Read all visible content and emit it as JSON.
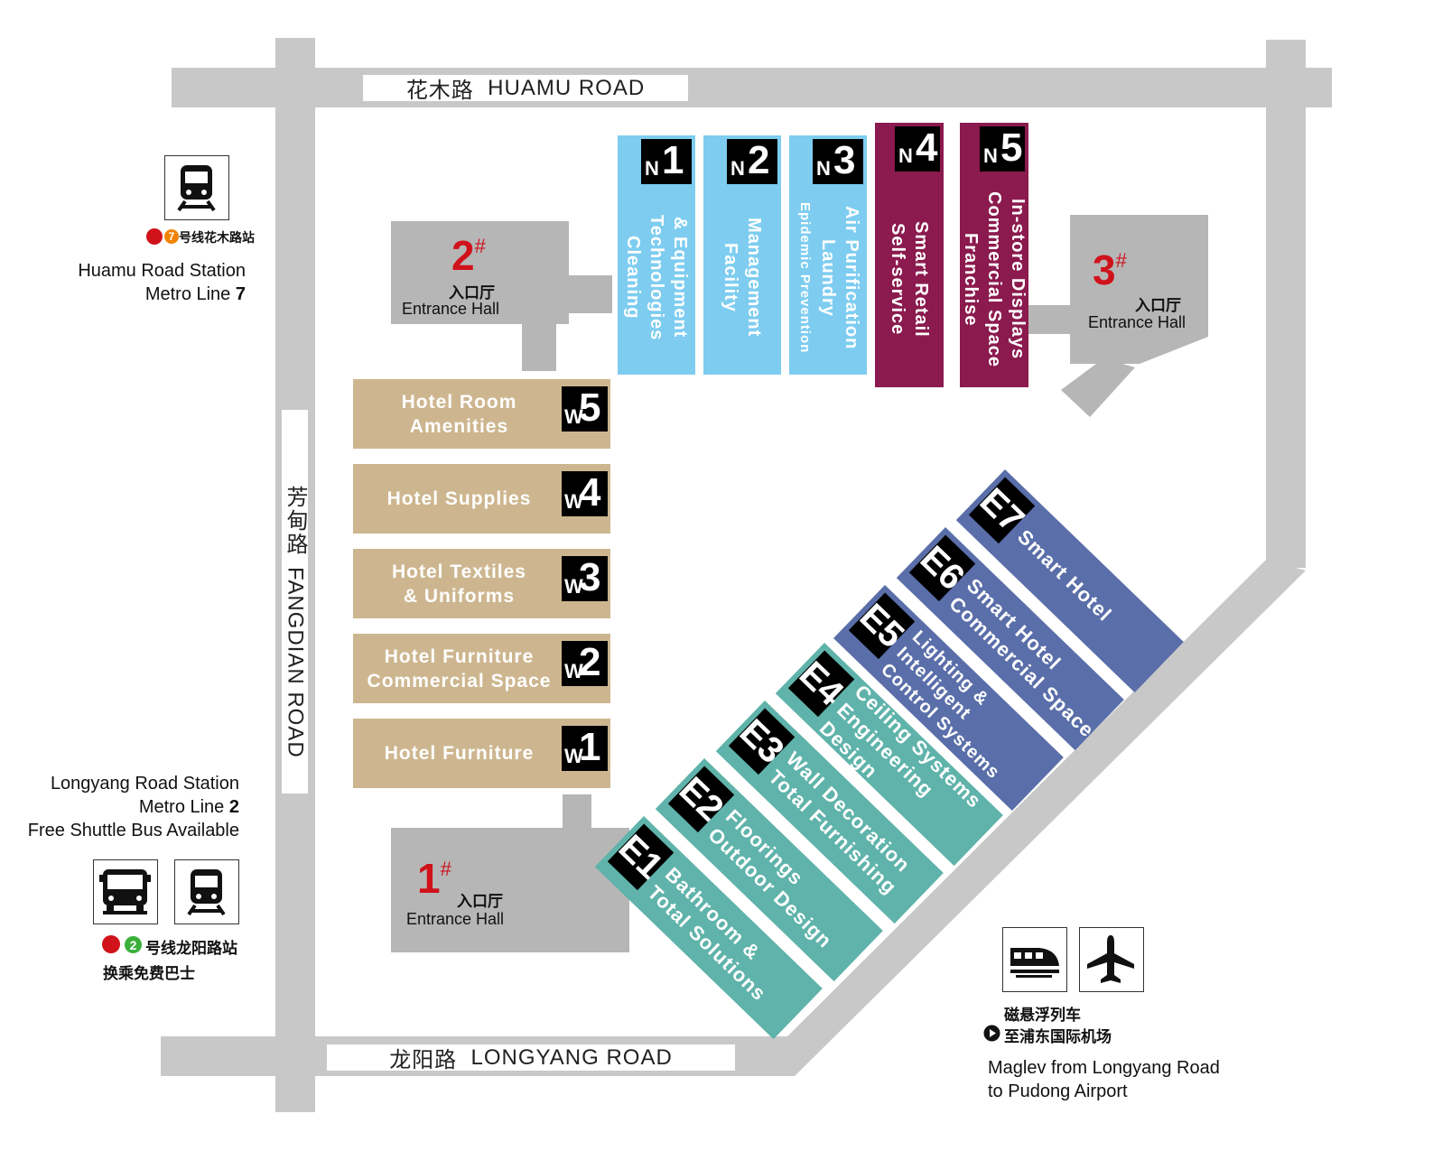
{
  "roads": {
    "north": {
      "cn": "花木路",
      "en": "HUAMU ROAD"
    },
    "south": {
      "cn": "龙阳路",
      "en": "LONGYANG ROAD"
    },
    "west": {
      "cn": "芳甸路",
      "en": "FANGDIAN ROAD"
    }
  },
  "halls": {
    "h1": {
      "num": "1",
      "mark": "#",
      "cn": "入口厅",
      "en": "Entrance Hall"
    },
    "h2": {
      "num": "2",
      "mark": "#",
      "cn": "入口厅",
      "en": "Entrance Hall"
    },
    "h3": {
      "num": "3",
      "mark": "#",
      "cn": "入口厅",
      "en": "Entrance Hall"
    }
  },
  "west_halls": [
    {
      "letter": "W",
      "num": "5",
      "label": "Hotel Room\nAmenities"
    },
    {
      "letter": "W",
      "num": "4",
      "label": "Hotel Supplies"
    },
    {
      "letter": "W",
      "num": "3",
      "label": "Hotel Textiles\n& Uniforms"
    },
    {
      "letter": "W",
      "num": "2",
      "label": "Hotel Furniture\nCommercial Space"
    },
    {
      "letter": "W",
      "num": "1",
      "label": "Hotel Furniture"
    }
  ],
  "north_halls": [
    {
      "letter": "N",
      "num": "1",
      "lines": [
        "Cleaning",
        "Technologies",
        "& Equipment"
      ],
      "color": "#7ecdf0"
    },
    {
      "letter": "N",
      "num": "2",
      "lines": [
        "Facility",
        "Management"
      ],
      "color": "#7ecdf0"
    },
    {
      "letter": "N",
      "num": "3",
      "lines": [
        "Epidemic Prevention",
        "Laundry",
        "Air Purification"
      ],
      "color": "#7ecdf0"
    },
    {
      "letter": "N",
      "num": "4",
      "lines": [
        "Self-service",
        "Smart Retail"
      ],
      "color": "#8b1a4e"
    },
    {
      "letter": "N",
      "num": "5",
      "lines": [
        "Franchise",
        "Commercial Space",
        "In-store Displays"
      ],
      "color": "#8b1a4e"
    }
  ],
  "east_halls": [
    {
      "code": "E1",
      "lines": [
        "Bathroom &",
        "Total Solutions"
      ],
      "color": "#5fb3aa"
    },
    {
      "code": "E2",
      "lines": [
        "Floorings",
        "Outdoor Design"
      ],
      "color": "#5fb3aa"
    },
    {
      "code": "E3",
      "lines": [
        "Wall Decoration",
        "Total Furnishing"
      ],
      "color": "#5fb3aa"
    },
    {
      "code": "E4",
      "lines": [
        "Ceiling Systems",
        "Engineering Design"
      ],
      "color": "#5fb3aa"
    },
    {
      "code": "E5",
      "lines": [
        "Lighting &",
        "Intelligent",
        "Control Systems"
      ],
      "color": "#5a6ea9"
    },
    {
      "code": "E6",
      "lines": [
        "Smart Hotel",
        "Commercial Space"
      ],
      "color": "#5a6ea9"
    },
    {
      "code": "E7",
      "lines": [
        "Smart Hotel"
      ],
      "color": "#5a6ea9"
    }
  ],
  "transport": {
    "huamu": {
      "cn": "号线花木路站",
      "line": "7",
      "en1": "Huamu Road Station",
      "en2a": "Metro Line ",
      "en2b": "7"
    },
    "longyang": {
      "cn": "号线龙阳路站",
      "line": "2",
      "cn2": "换乘免费巴士",
      "en1": "Longyang Road Station",
      "en2a": "Metro Line ",
      "en2b": "2",
      "en3": "Free Shuttle Bus Available"
    },
    "maglev": {
      "cn1": "磁悬浮列车",
      "cn2": "至浦东国际机场",
      "en1": "Maglev from Longyang Road",
      "en2": "to Pudong Airport"
    }
  },
  "icons": [
    "metro-train-icon",
    "bus-icon",
    "maglev-icon",
    "airplane-icon"
  ],
  "colors": {
    "road": "#c8c8c8",
    "hall": "#b6b6b6",
    "west": "#cdb68f",
    "north_light": "#7ecdf0",
    "north_dark": "#8b1a4e",
    "east_teal": "#5fb3aa",
    "east_blue": "#5a6ea9",
    "accent": "#d0121b",
    "line7": "#f08300",
    "line2": "#3ab03a"
  }
}
